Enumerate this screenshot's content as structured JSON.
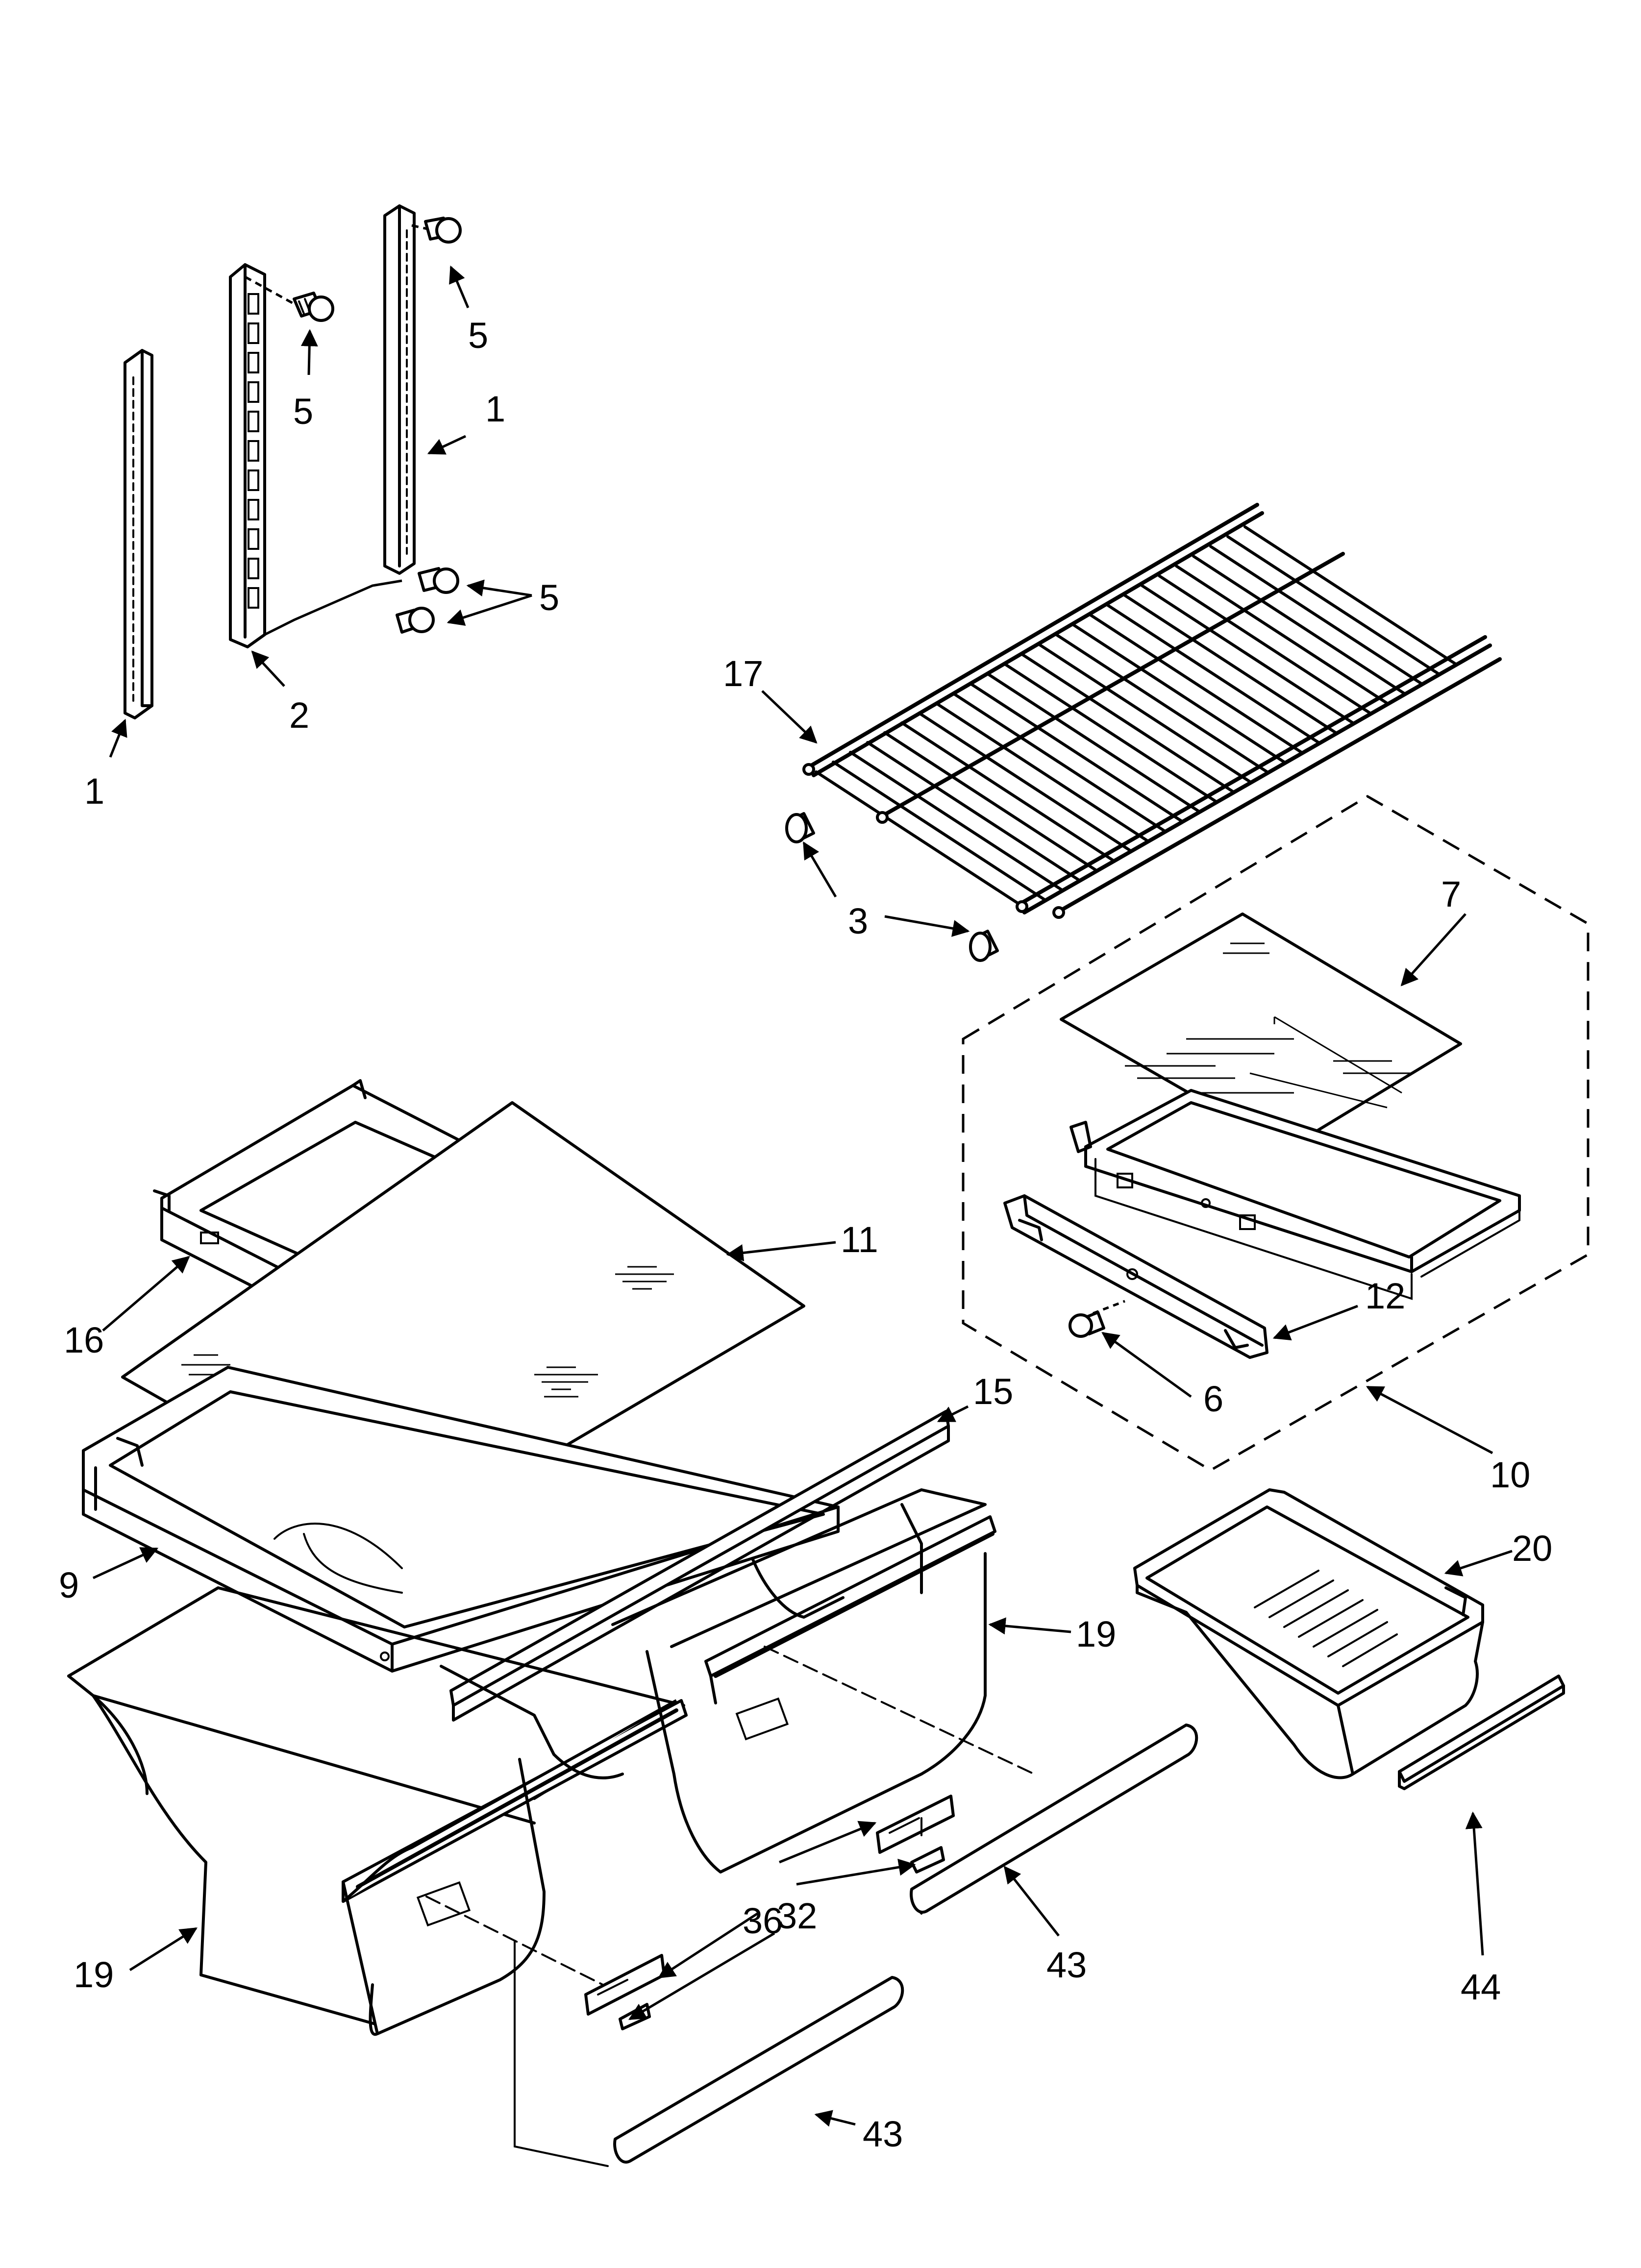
{
  "diagram": {
    "callouts": {
      "c1a": "1",
      "c1b": "1",
      "c2": "2",
      "c3": "3",
      "c5a": "5",
      "c5b": "5",
      "c5c": "5",
      "c6": "6",
      "c7": "7",
      "c9": "9",
      "c10": "10",
      "c11": "11",
      "c12": "12",
      "c15": "15",
      "c16": "16",
      "c17": "17",
      "c19a": "19",
      "c19b": "19",
      "c20": "20",
      "c32": "32",
      "c36": "36",
      "c43a": "43",
      "c43b": "43",
      "c44": "44"
    }
  }
}
